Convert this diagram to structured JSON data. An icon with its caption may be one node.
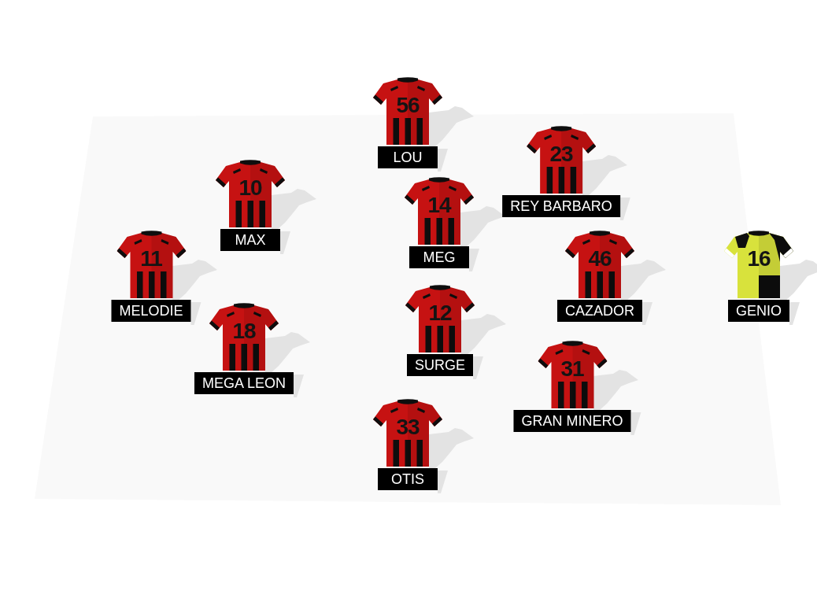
{
  "diagram": {
    "nodes": [
      {
        "text": [
          "56",
          "LOU"
        ]
      },
      {
        "text": [
          "23",
          "REY BARBARO"
        ]
      },
      {
        "text": [
          "10",
          "MAX"
        ]
      },
      {
        "text": [
          "14",
          "MEG"
        ]
      },
      {
        "text": [
          "11",
          "MELODIE"
        ]
      },
      {
        "text": [
          "46",
          "CAZADOR"
        ]
      },
      {
        "text": [
          "16",
          "GENIO"
        ]
      },
      {
        "text": [
          "12",
          "SURGE"
        ]
      },
      {
        "text": [
          "18",
          "MEGA LEON"
        ]
      },
      {
        "text": [
          "31",
          "GRAN MINERO"
        ]
      },
      {
        "text": [
          "33",
          "OTIS"
        ]
      }
    ]
  }
}
